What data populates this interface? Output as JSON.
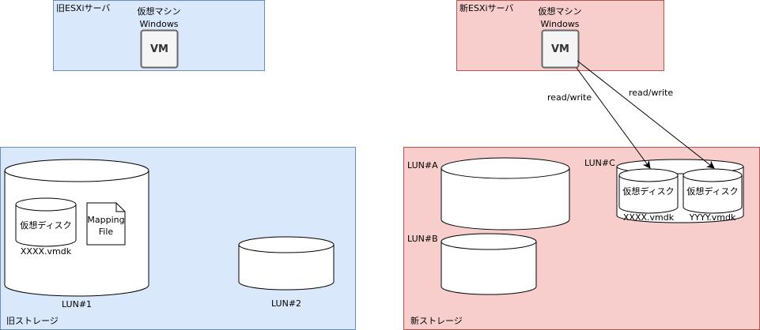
{
  "old_server": {
    "label": "旧ESXiサーバ",
    "vm_title_line1": "仮想マシン",
    "vm_title_line2": "Windows",
    "vm_label": "VM"
  },
  "new_server": {
    "label": "新ESXiサーバ",
    "vm_title_line1": "仮想マシン",
    "vm_title_line2": "Windows",
    "vm_label": "VM"
  },
  "old_storage": {
    "label": "旧ストレージ",
    "lun1": {
      "label": "LUN#1",
      "disk_label": "仮想ディスク",
      "disk_file": "XXXX.vmdk",
      "mapping_line1": "Mapping",
      "mapping_line2": "File"
    },
    "lun2": {
      "label": "LUN#2"
    }
  },
  "new_storage": {
    "label": "新ストレージ",
    "luna": {
      "label": "LUN#A"
    },
    "lunb": {
      "label": "LUN#B"
    },
    "lunc": {
      "label": "LUN#C",
      "disk1_label": "仮想ディスク",
      "disk1_file": "XXXX.vmdk",
      "disk2_label": "仮想ディスク",
      "disk2_file": "YYYY.vmdk"
    }
  },
  "arrows": {
    "rw_left": "read/write",
    "rw_right": "read/write"
  },
  "colors": {
    "blue_fill": "#dae8fc",
    "blue_stroke": "#6c8ebf",
    "red_fill": "#f8cecc",
    "red_stroke": "#b85450",
    "vm_fill": "#f5f5f5",
    "vm_stroke": "#666666"
  }
}
